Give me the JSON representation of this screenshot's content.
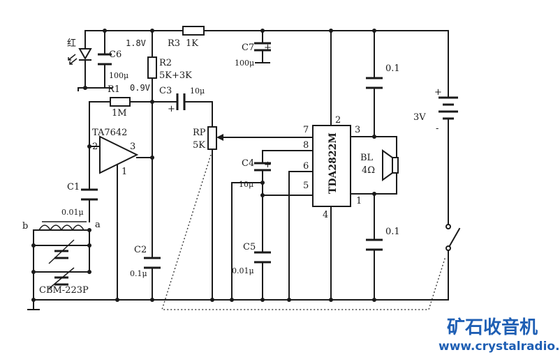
{
  "diagram": {
    "ic_amp": "TA7642",
    "ic_power": "TDA2822M",
    "led_label": "红",
    "voltages": {
      "v_top": "1.8V",
      "v_mid": "0.9V"
    },
    "components": {
      "r1": "R1",
      "r1_val": "1M",
      "r2": "R2",
      "r2_val": "5K+3K",
      "r3": "R3",
      "r3_val": "1K",
      "c1": "C1",
      "c1_val": "0.01μ",
      "c2": "C2",
      "c2_val": "0.1μ",
      "c3": "C3",
      "c3_val": "10μ",
      "c4": "C4",
      "c4_val": "10μ",
      "c5": "C5",
      "c5_val": "0.01μ",
      "c6": "C6",
      "c6_val": "100μ",
      "c7": "C7",
      "c7_val": "100μ",
      "c_top": "0.1",
      "c_bot": "0.1",
      "rp": "RP",
      "rp_val": "5K",
      "bl": "BL",
      "bl_val": "4Ω",
      "battery": "3V",
      "tuner": "CBM-223P",
      "coil_a": "a",
      "coil_b": "b"
    },
    "pins": {
      "ta_2": "2",
      "ta_3": "3",
      "ta_1": "1",
      "tda_7": "7",
      "tda_8": "8",
      "tda_6": "6",
      "tda_5": "5",
      "tda_2": "2",
      "tda_3": "3",
      "tda_1": "1",
      "tda_4": "4"
    },
    "polarity": {
      "plus": "+",
      "minus": "-"
    }
  },
  "watermark": {
    "title": "矿石收音机",
    "url": "www.crystalradio.cn"
  }
}
